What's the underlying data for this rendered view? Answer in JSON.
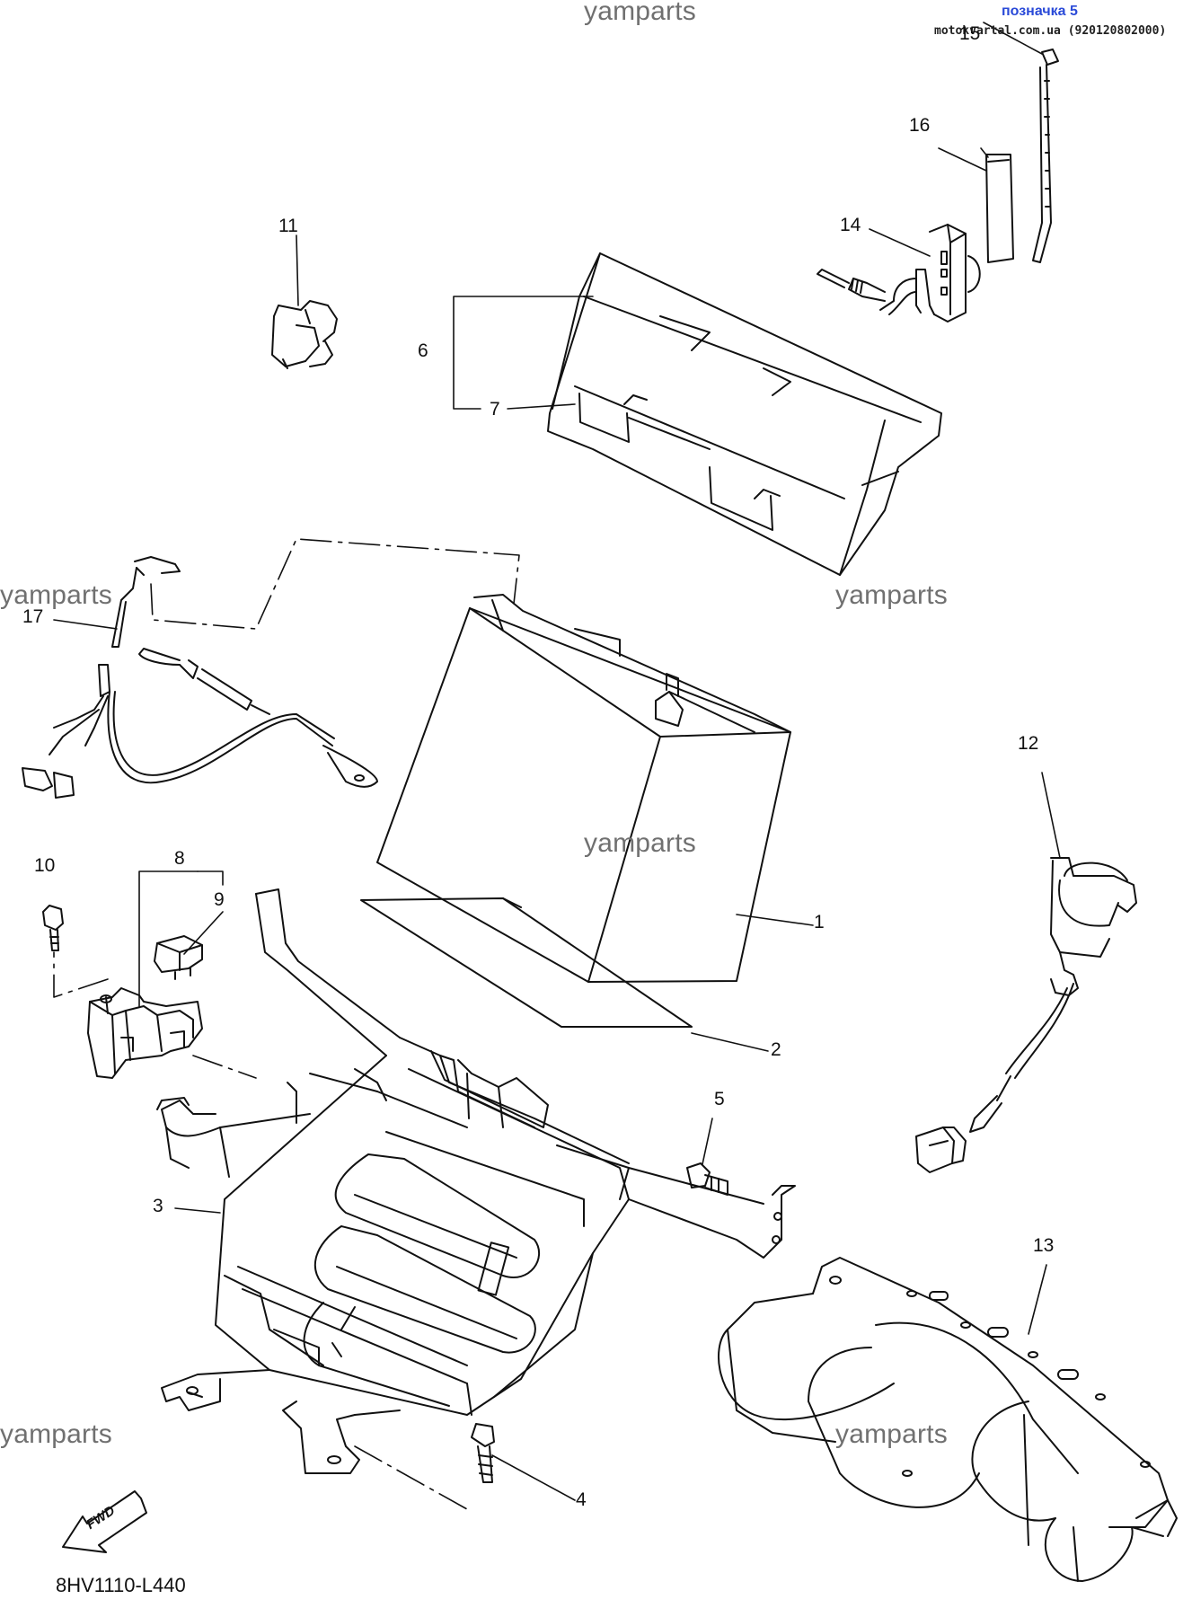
{
  "header": {
    "badge": "позначка 5",
    "site": "motokvartal.com.ua (920120802000)"
  },
  "watermark": "yamparts",
  "diagram_code": "8HV1110-L440",
  "fwd_arrow_label": "FWD",
  "callouts": [
    "1",
    "2",
    "3",
    "4",
    "5",
    "6",
    "7",
    "8",
    "9",
    "10",
    "11",
    "12",
    "13",
    "14",
    "15",
    "16",
    "17"
  ],
  "colors": {
    "line": "#111111",
    "watermark": "#707070",
    "badge": "#2a4ad8"
  }
}
